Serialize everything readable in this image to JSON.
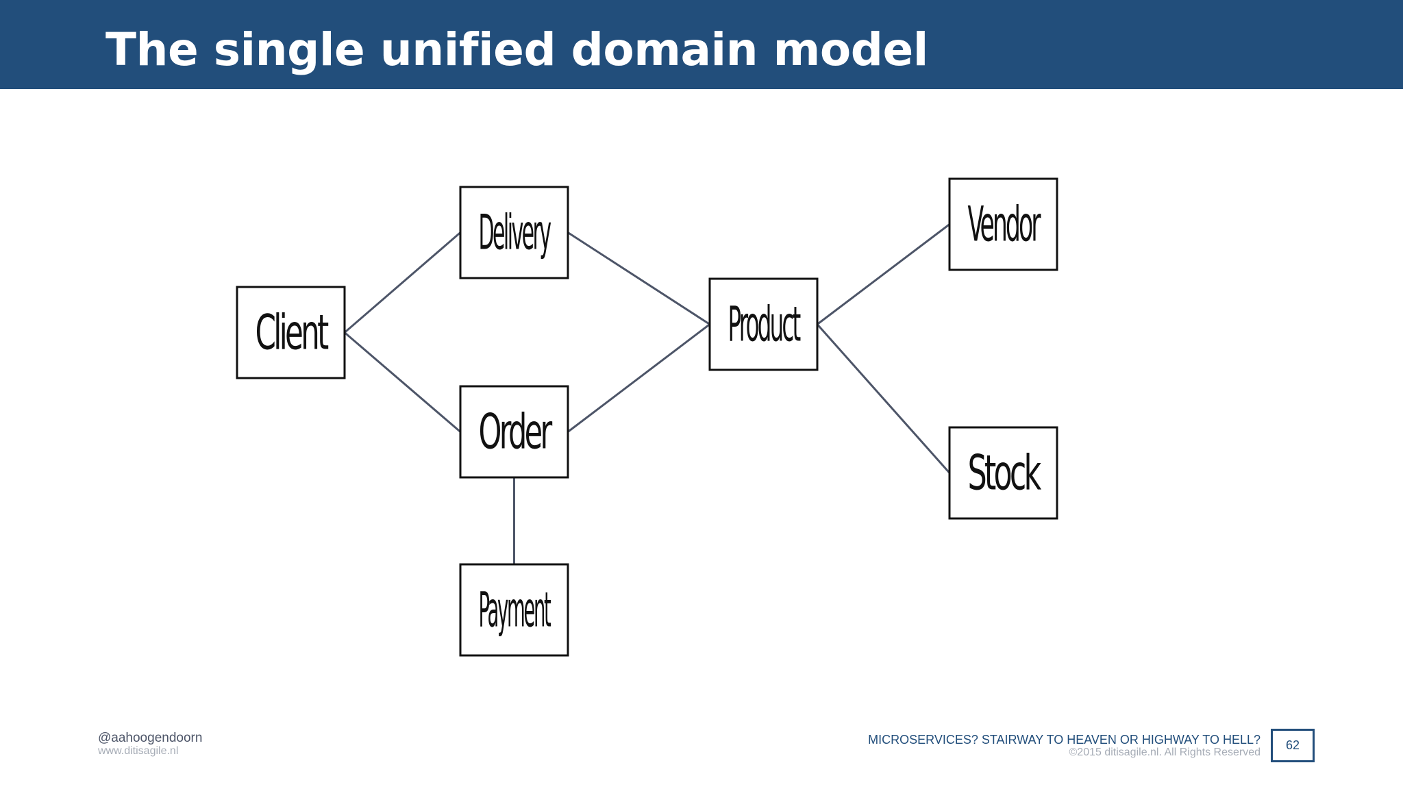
{
  "slide": {
    "title": "The single unified domain model",
    "page_number": "62"
  },
  "diagram": {
    "nodes": [
      {
        "id": "client",
        "label": "Client"
      },
      {
        "id": "delivery",
        "label": "Delivery"
      },
      {
        "id": "order",
        "label": "Order"
      },
      {
        "id": "payment",
        "label": "Payment"
      },
      {
        "id": "product",
        "label": "Product"
      },
      {
        "id": "vendor",
        "label": "Vendor"
      },
      {
        "id": "stock",
        "label": "Stock"
      }
    ],
    "edges": [
      {
        "from": "client",
        "to": "delivery"
      },
      {
        "from": "client",
        "to": "order"
      },
      {
        "from": "delivery",
        "to": "product"
      },
      {
        "from": "order",
        "to": "product"
      },
      {
        "from": "order",
        "to": "payment"
      },
      {
        "from": "product",
        "to": "vendor"
      },
      {
        "from": "product",
        "to": "stock"
      }
    ]
  },
  "footer": {
    "handle": "@aahoogendoorn",
    "website": "www.ditisagile.nl",
    "talk_title": "MICROSERVICES? STAIRWAY TO HEAVEN OR HIGHWAY TO HELL?",
    "copyright": "©2015 ditisagile.nl. All Rights Reserved"
  },
  "colors": {
    "header_background": "#224e7b",
    "edge": "#4d5568",
    "box_border": "#111111"
  }
}
